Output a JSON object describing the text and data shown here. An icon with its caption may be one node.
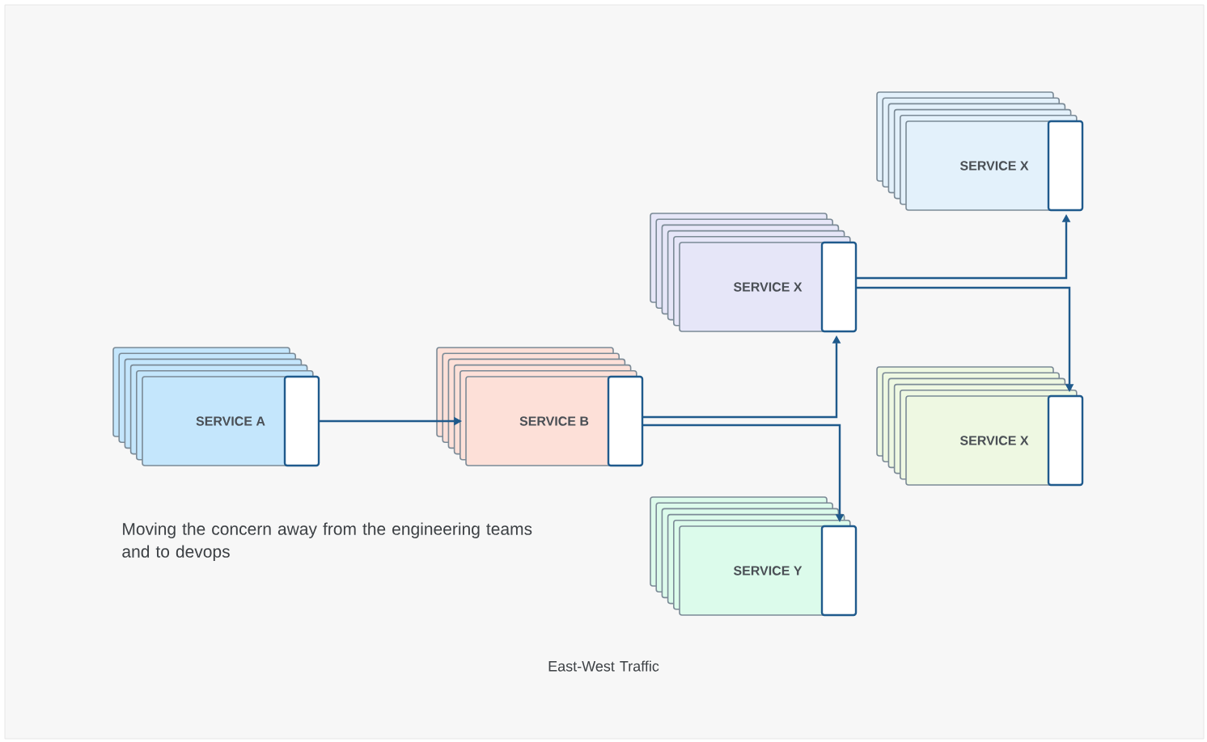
{
  "diagram": {
    "nodes": [
      {
        "text": [
          "SERVICE A"
        ]
      },
      {
        "text": [
          "SERVICE B"
        ]
      },
      {
        "text": [
          "SERVICE X"
        ]
      },
      {
        "text": [
          "SERVICE X"
        ]
      },
      {
        "text": [
          "SERVICE X"
        ]
      },
      {
        "text": [
          "SERVICE Y"
        ]
      }
    ],
    "edges": [
      {
        "from": 0,
        "to": 1,
        "arrow": "to"
      },
      {
        "from": 1,
        "to": 2,
        "arrow": "to"
      },
      {
        "from": 1,
        "to": 5,
        "arrow": "to"
      },
      {
        "from": 2,
        "to": 3,
        "arrow": "to"
      },
      {
        "from": 2,
        "to": 4,
        "arrow": "to"
      }
    ],
    "labels": [
      "Moving the concern away from the engineering teams and to devops",
      "East-West Traffic"
    ]
  }
}
